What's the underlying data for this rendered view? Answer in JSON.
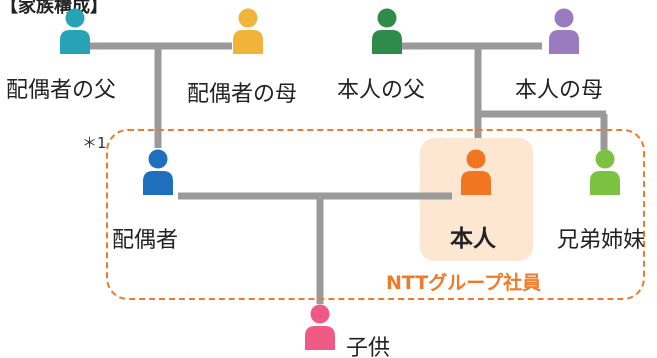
{
  "title": "【家族構成】",
  "footnote": "＊1",
  "group_label": "NTTグループ社員",
  "members": {
    "spouse_father": {
      "label": "配偶者の父",
      "color": "#26a3b6"
    },
    "spouse_mother": {
      "label": "配偶者の母",
      "color": "#f0b43a"
    },
    "self_father": {
      "label": "本人の父",
      "color": "#2e8b4a"
    },
    "self_mother": {
      "label": "本人の母",
      "color": "#9b7bc0"
    },
    "spouse": {
      "label": "配偶者",
      "color": "#1f6fbf"
    },
    "self": {
      "label": "本人",
      "color": "#f27522"
    },
    "sibling": {
      "label": "兄弟姉妹",
      "color": "#7cc242"
    },
    "child": {
      "label": "子供",
      "color": "#ee5a86"
    }
  },
  "colors": {
    "line": "#9a9a9a",
    "group_border": "#ee7a2b",
    "highlight_bg": "#fde6d2"
  }
}
